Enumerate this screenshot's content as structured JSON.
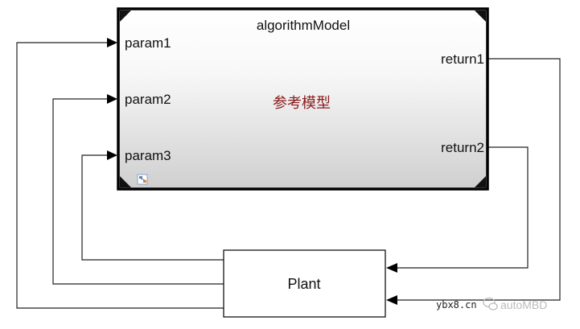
{
  "model_block": {
    "title": "algorithmModel",
    "subtitle": "参考模型",
    "subtitle_color": "#8b1a1a",
    "inputs": [
      "param1",
      "param2",
      "param3"
    ],
    "outputs": [
      "return1",
      "return2"
    ],
    "link_icon": "model-reference-icon"
  },
  "plant_block": {
    "label": "Plant"
  },
  "watermark": {
    "site": "ybx8.cn",
    "brand": "autoMBD"
  },
  "colors": {
    "block_border": "#000000",
    "gradient_top": "#ffffff",
    "gradient_bottom": "#d0d0d0",
    "line": "#222222"
  }
}
